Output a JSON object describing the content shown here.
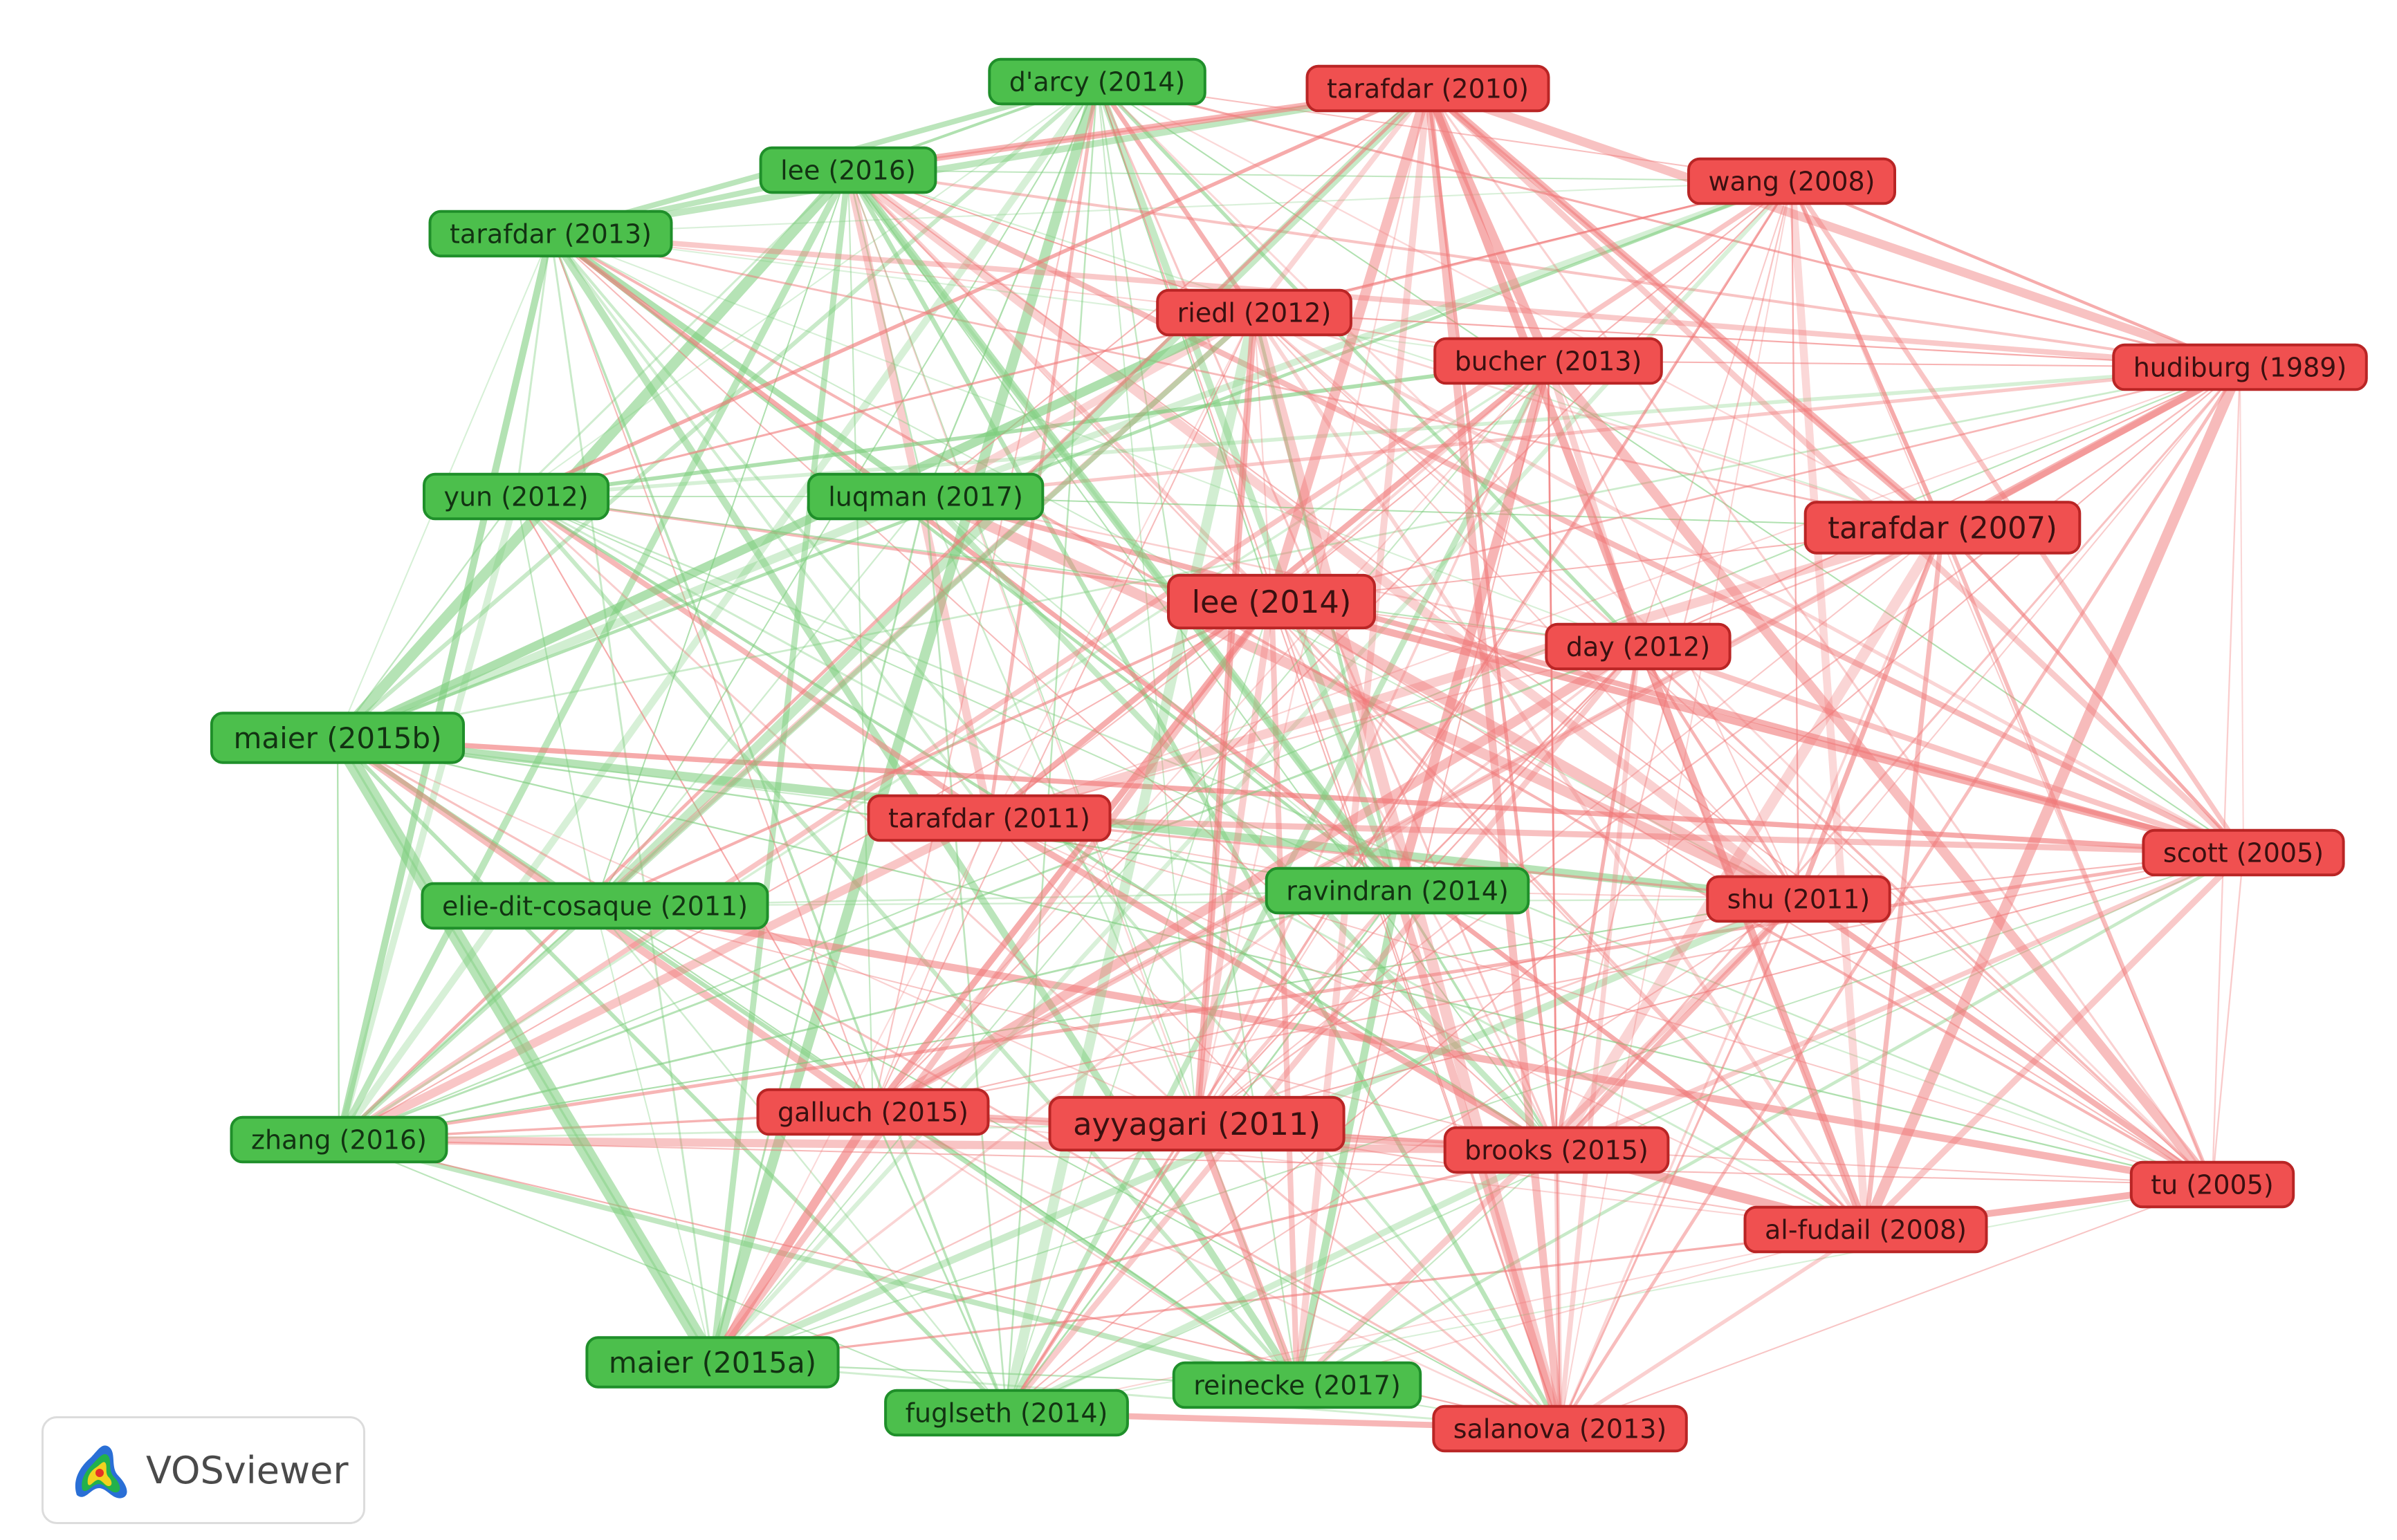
{
  "colors": {
    "green_fill": "#4cbf4c",
    "green_stroke": "#1f8f2a",
    "green_edge": "#7ccd7c",
    "red_fill": "#f05050",
    "red_stroke": "#b92525",
    "red_edge": "#f07878"
  },
  "nodes": [
    {
      "id": "darcy-2014",
      "label": "d'arcy (2014)",
      "cluster": "green"
    },
    {
      "id": "lee-2016",
      "label": "lee (2016)",
      "cluster": "green"
    },
    {
      "id": "tarafdar-2013",
      "label": "tarafdar (2013)",
      "cluster": "green"
    },
    {
      "id": "yun-2012",
      "label": "yun (2012)",
      "cluster": "green"
    },
    {
      "id": "luqman-2017",
      "label": "luqman (2017)",
      "cluster": "green"
    },
    {
      "id": "maier-2015b",
      "label": "maier (2015b)",
      "cluster": "green"
    },
    {
      "id": "elie-dit-cosaque-2011",
      "label": "elie-dit-cosaque (2011)",
      "cluster": "green"
    },
    {
      "id": "ravindran-2014",
      "label": "ravindran (2014)",
      "cluster": "green"
    },
    {
      "id": "zhang-2016",
      "label": "zhang (2016)",
      "cluster": "green"
    },
    {
      "id": "maier-2015a",
      "label": "maier (2015a)",
      "cluster": "green"
    },
    {
      "id": "fuglseth-2014",
      "label": "fuglseth (2014)",
      "cluster": "green"
    },
    {
      "id": "reinecke-2017",
      "label": "reinecke (2017)",
      "cluster": "green"
    },
    {
      "id": "tarafdar-2010",
      "label": "tarafdar (2010)",
      "cluster": "red"
    },
    {
      "id": "wang-2008",
      "label": "wang (2008)",
      "cluster": "red"
    },
    {
      "id": "riedl-2012",
      "label": "riedl (2012)",
      "cluster": "red"
    },
    {
      "id": "bucher-2013",
      "label": "bucher (2013)",
      "cluster": "red"
    },
    {
      "id": "hudiburg-1989",
      "label": "hudiburg (1989)",
      "cluster": "red"
    },
    {
      "id": "tarafdar-2007",
      "label": "tarafdar (2007)",
      "cluster": "red"
    },
    {
      "id": "lee-2014",
      "label": "lee (2014)",
      "cluster": "red"
    },
    {
      "id": "day-2012",
      "label": "day (2012)",
      "cluster": "red"
    },
    {
      "id": "tarafdar-2011",
      "label": "tarafdar (2011)",
      "cluster": "red"
    },
    {
      "id": "scott-2005",
      "label": "scott (2005)",
      "cluster": "red"
    },
    {
      "id": "shu-2011",
      "label": "shu (2011)",
      "cluster": "red"
    },
    {
      "id": "galluch-2015",
      "label": "galluch (2015)",
      "cluster": "red"
    },
    {
      "id": "ayyagari-2011",
      "label": "ayyagari (2011)",
      "cluster": "red"
    },
    {
      "id": "brooks-2015",
      "label": "brooks (2015)",
      "cluster": "red"
    },
    {
      "id": "tu-2005",
      "label": "tu (2005)",
      "cluster": "red"
    },
    {
      "id": "al-fudail-2008",
      "label": "al-fudail (2008)",
      "cluster": "red"
    },
    {
      "id": "salanova-2013",
      "label": "salanova (2013)",
      "cluster": "red"
    }
  ],
  "legend": {
    "logo_icon": "vosviewer-logo-icon",
    "brand": "VOSviewer"
  }
}
